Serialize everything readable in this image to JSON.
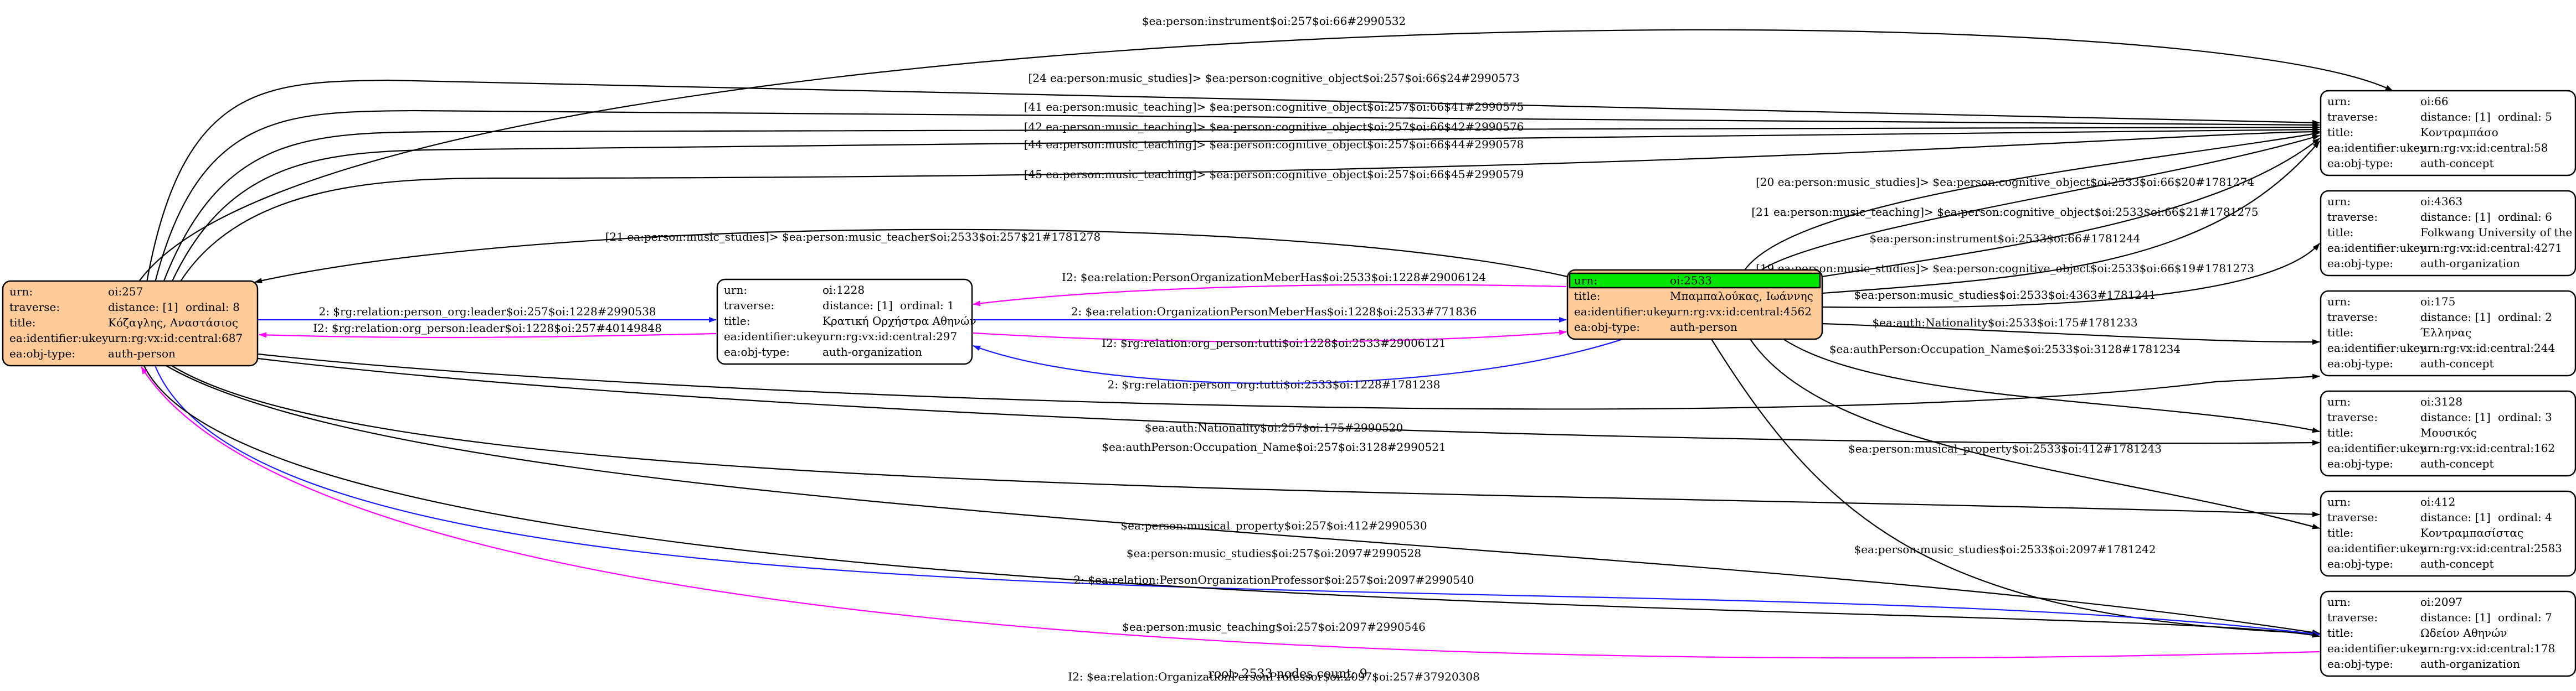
{
  "colors": {
    "node_highlight": "#ffcc99",
    "root_header": "#00e600",
    "edge_default": "#000000",
    "edge_org": "#1a1aff",
    "edge_inverse": "#ff00ff"
  },
  "footer": "root: 2533 nodes count: 9",
  "nodes": [
    {
      "id": "n257",
      "fill": "#ffcc99",
      "rows": [
        [
          "urn:",
          "oi:257",
          ""
        ],
        [
          "traverse:",
          "distance: [1]",
          "ordinal: 8"
        ],
        [
          "title:",
          "Κόζαγλης, Αναστάσιος",
          ""
        ],
        [
          "ea:identifier:ukey",
          "urn:rg:vx:id:central:687",
          ""
        ],
        [
          "ea:obj-type:",
          "auth-person",
          ""
        ]
      ]
    },
    {
      "id": "n1228",
      "fill": "#ffffff",
      "rows": [
        [
          "urn:",
          "oi:1228",
          ""
        ],
        [
          "traverse:",
          "distance: [1]",
          "ordinal: 1"
        ],
        [
          "title:",
          "Κρατική Ορχήστρα Αθηνών",
          ""
        ],
        [
          "ea:identifier:ukey",
          "urn:rg:vx:id:central:297",
          ""
        ],
        [
          "ea:obj-type:",
          "auth-organization",
          ""
        ]
      ]
    },
    {
      "id": "n2533",
      "fill": "#ffcc99",
      "root": true,
      "rows": [
        [
          "urn:",
          "oi:2533",
          ""
        ],
        [
          "title:",
          "Μπαμπαλούκας, Ιωάννης",
          ""
        ],
        [
          "ea:identifier:ukey",
          "urn:rg:vx:id:central:4562",
          ""
        ],
        [
          "ea:obj-type:",
          "auth-person",
          ""
        ]
      ]
    },
    {
      "id": "n66",
      "fill": "#ffffff",
      "rows": [
        [
          "urn:",
          "oi:66",
          ""
        ],
        [
          "traverse:",
          "distance: [1]",
          "ordinal: 5"
        ],
        [
          "title:",
          "Κοντραμπάσο",
          ""
        ],
        [
          "ea:identifier:ukey",
          "urn:rg:vx:id:central:58",
          ""
        ],
        [
          "ea:obj-type:",
          "auth-concept",
          ""
        ]
      ]
    },
    {
      "id": "n4363",
      "fill": "#ffffff",
      "rows": [
        [
          "urn:",
          "oi:4363",
          ""
        ],
        [
          "traverse:",
          "distance: [1]",
          "ordinal: 6"
        ],
        [
          "title:",
          "Folkwang University of the Arts",
          ""
        ],
        [
          "ea:identifier:ukey",
          "urn:rg:vx:id:central:4271",
          ""
        ],
        [
          "ea:obj-type:",
          "auth-organization",
          ""
        ]
      ]
    },
    {
      "id": "n175",
      "fill": "#ffffff",
      "rows": [
        [
          "urn:",
          "oi:175",
          ""
        ],
        [
          "traverse:",
          "distance: [1]",
          "ordinal: 2"
        ],
        [
          "title:",
          "Έλληνας",
          ""
        ],
        [
          "ea:identifier:ukey",
          "urn:rg:vx:id:central:244",
          ""
        ],
        [
          "ea:obj-type:",
          "auth-concept",
          ""
        ]
      ]
    },
    {
      "id": "n3128",
      "fill": "#ffffff",
      "rows": [
        [
          "urn:",
          "oi:3128",
          ""
        ],
        [
          "traverse:",
          "distance: [1]",
          "ordinal: 3"
        ],
        [
          "title:",
          "Μουσικός",
          ""
        ],
        [
          "ea:identifier:ukey",
          "urn:rg:vx:id:central:162",
          ""
        ],
        [
          "ea:obj-type:",
          "auth-concept",
          ""
        ]
      ]
    },
    {
      "id": "n412",
      "fill": "#ffffff",
      "rows": [
        [
          "urn:",
          "oi:412",
          ""
        ],
        [
          "traverse:",
          "distance: [1]",
          "ordinal: 4"
        ],
        [
          "title:",
          "Κοντραμπασίστας",
          ""
        ],
        [
          "ea:identifier:ukey",
          "urn:rg:vx:id:central:2583",
          ""
        ],
        [
          "ea:obj-type:",
          "auth-concept",
          ""
        ]
      ]
    },
    {
      "id": "n2097",
      "fill": "#ffffff",
      "rows": [
        [
          "urn:",
          "oi:2097",
          ""
        ],
        [
          "traverse:",
          "distance: [1]",
          "ordinal: 7"
        ],
        [
          "title:",
          "Ωδείον Αθηνών",
          ""
        ],
        [
          "ea:identifier:ukey",
          "urn:rg:vx:id:central:178",
          ""
        ],
        [
          "ea:obj-type:",
          "auth-organization",
          ""
        ]
      ]
    }
  ],
  "edges": [
    {
      "id": "e1",
      "color": "#000000",
      "label": "$ea:person:instrument$oi:257$oi:66#2990532"
    },
    {
      "id": "e2",
      "color": "#000000",
      "label": "[24 ea:person:music_studies]> $ea:person:cognitive_object$oi:257$oi:66$24#2990573"
    },
    {
      "id": "e3",
      "color": "#000000",
      "label": "[41 ea:person:music_teaching]> $ea:person:cognitive_object$oi:257$oi:66$41#2990575"
    },
    {
      "id": "e4",
      "color": "#000000",
      "label": "[42 ea:person:music_teaching]> $ea:person:cognitive_object$oi:257$oi:66$42#2990576"
    },
    {
      "id": "e5",
      "color": "#000000",
      "label": "[44 ea:person:music_teaching]> $ea:person:cognitive_object$oi:257$oi:66$44#2990578"
    },
    {
      "id": "e6",
      "color": "#000000",
      "label": "[45 ea:person:music_teaching]> $ea:person:cognitive_object$oi:257$oi:66$45#2990579"
    },
    {
      "id": "e7",
      "color": "#000000",
      "label": "[21 ea:person:music_studies]> $ea:person:music_teacher$oi:2533$oi:257$21#1781278"
    },
    {
      "id": "e8",
      "color": "#1a1aff",
      "label": "2: $rg:relation:person_org:leader$oi:257$oi:1228#2990538"
    },
    {
      "id": "e9",
      "color": "#ff00ff",
      "label": "I2: $rg:relation:org_person:leader$oi:1228$oi:257#40149848"
    },
    {
      "id": "e10",
      "color": "#ff00ff",
      "label": "I2: $ea:relation:PersonOrganizationMeberHas$oi:2533$oi:1228#29006124"
    },
    {
      "id": "e11",
      "color": "#1a1aff",
      "label": "2: $ea:relation:OrganizationPersonMeberHas$oi:1228$oi:2533#771836"
    },
    {
      "id": "e12",
      "color": "#ff00ff",
      "label": "I2: $rg:relation:org_person:tutti$oi:1228$oi:2533#29006121"
    },
    {
      "id": "e13",
      "color": "#1a1aff",
      "label": "2: $rg:relation:person_org:tutti$oi:2533$oi:1228#1781238"
    },
    {
      "id": "e14",
      "color": "#000000",
      "label": "[20 ea:person:music_studies]> $ea:person:cognitive_object$oi:2533$oi:66$20#1781274"
    },
    {
      "id": "e15",
      "color": "#000000",
      "label": "[21 ea:person:music_teaching]> $ea:person:cognitive_object$oi:2533$oi:66$21#1781275"
    },
    {
      "id": "e16",
      "color": "#000000",
      "label": "$ea:person:instrument$oi:2533$oi:66#1781244"
    },
    {
      "id": "e17",
      "color": "#000000",
      "label": "[19 ea:person:music_studies]> $ea:person:cognitive_object$oi:2533$oi:66$19#1781273"
    },
    {
      "id": "e18",
      "color": "#000000",
      "label": "$ea:person:music_studies$oi:2533$oi:4363#1781241"
    },
    {
      "id": "e19",
      "color": "#000000",
      "label": "$ea:auth:Nationality$oi:2533$oi:175#1781233"
    },
    {
      "id": "e20",
      "color": "#000000",
      "label": "$ea:authPerson:Occupation_Name$oi:2533$oi:3128#1781234"
    },
    {
      "id": "e21",
      "color": "#000000",
      "label": "$ea:auth:Nationality$oi:257$oi:175#2990520"
    },
    {
      "id": "e22",
      "color": "#000000",
      "label": "$ea:authPerson:Occupation_Name$oi:257$oi:3128#2990521"
    },
    {
      "id": "e23",
      "color": "#000000",
      "label": "$ea:person:musical_property$oi:2533$oi:412#1781243"
    },
    {
      "id": "e24",
      "color": "#000000",
      "label": "$ea:person:music_studies$oi:2533$oi:2097#1781242"
    },
    {
      "id": "e25",
      "color": "#000000",
      "label": "$ea:person:musical_property$oi:257$oi:412#2990530"
    },
    {
      "id": "e26",
      "color": "#000000",
      "label": "$ea:person:music_studies$oi:257$oi:2097#2990528"
    },
    {
      "id": "e27",
      "color": "#1a1aff",
      "label": "2: $ea:relation:PersonOrganizationProfessor$oi:257$oi:2097#2990540"
    },
    {
      "id": "e28",
      "color": "#000000",
      "label": "$ea:person:music_teaching$oi:257$oi:2097#2990546"
    },
    {
      "id": "e29",
      "color": "#ff00ff",
      "label": "I2: $ea:relation:OrganizationPersonProfessor$oi:2097$oi:257#37920308"
    }
  ]
}
